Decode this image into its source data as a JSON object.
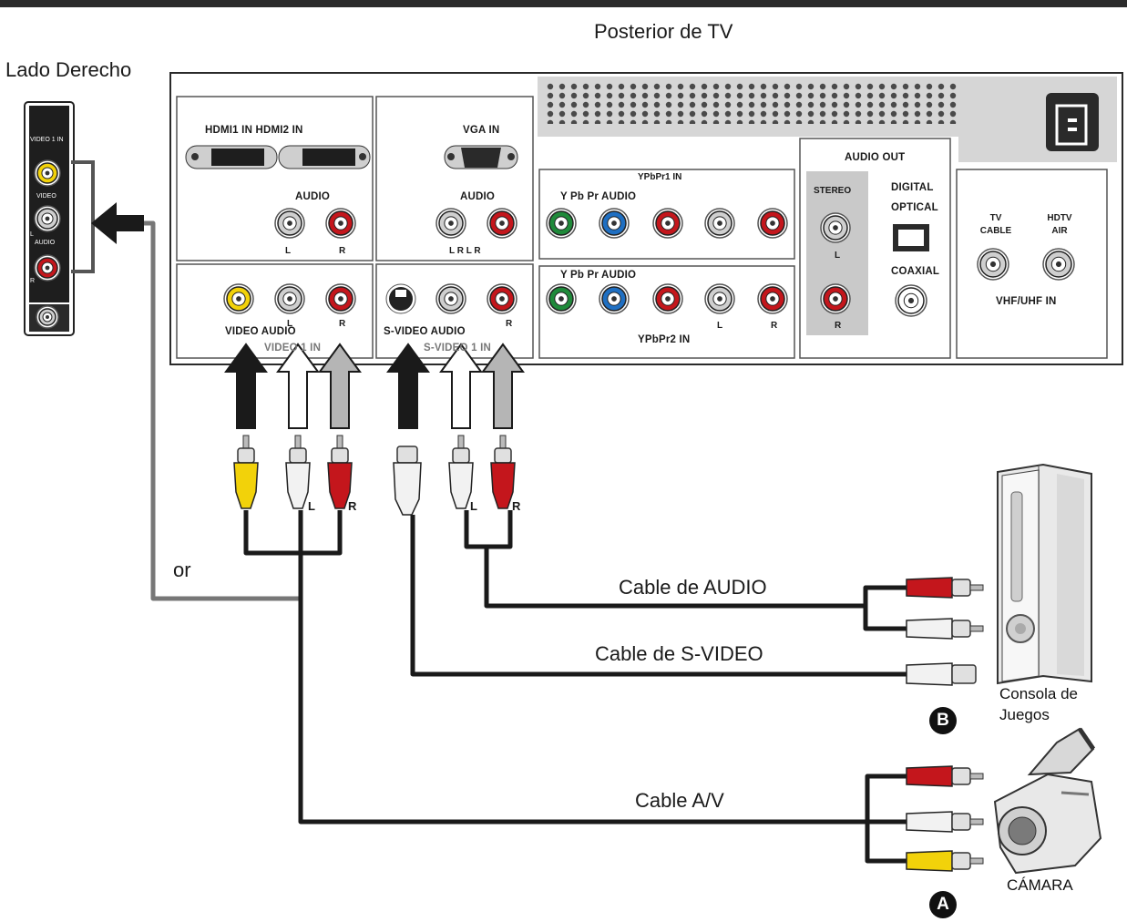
{
  "title": "Posterior de TV",
  "side_panel": {
    "title": "Lado Derecho",
    "header": "VIDEO 1 IN",
    "video": "VIDEO",
    "l": "L",
    "audio": "AUDIO",
    "r": "R"
  },
  "back_panel": {
    "hdmi": "HDMI1 IN  HDMI2 IN",
    "hdmi_audio": "AUDIO",
    "l": "L",
    "r": "R",
    "vga": "VGA IN",
    "vga_audio": "AUDIO",
    "vga_lr": "L R L R",
    "ypbpr1": "YPbPr1 IN",
    "ypbpr_cols": "Y  Pb  Pr  AUDIO",
    "ypbpr2": "YPbPr2 IN",
    "ypbpr_cols2": "Y  Pb  Pr  AUDIO",
    "ypbpr2_l": "L",
    "ypbpr2_r": "R",
    "audio_out": "AUDIO OUT",
    "stereo": "STEREO",
    "stereo_l": "L",
    "stereo_r": "R",
    "digital": "DIGITAL",
    "optical": "OPTICAL",
    "coaxial": "COAXIAL",
    "tv_cable": "TV\nCABLE",
    "hdtv_air": "HDTV\nAIR",
    "vhf_uhf": "VHF/UHF IN",
    "video_audio": "VIDEO  AUDIO",
    "video_in": "VIDEO 1 IN",
    "va_l": "L",
    "va_r": "R",
    "svideo_audio": "S-VIDEO AUDIO",
    "svideo_in": "S-VIDEO 1 IN",
    "sv_r": "R"
  },
  "plug_labels": {
    "av_l": "L",
    "av_r": "R",
    "sv_l": "L",
    "sv_r": "R"
  },
  "cables": {
    "or": "or",
    "audio": "Cable de AUDIO",
    "svideo": "Cable de S-VIDEO",
    "av": "Cable A/V"
  },
  "devices": {
    "console": "Consola de\nJuegos",
    "camera": "CÁMARA",
    "badge_b": "B",
    "badge_a": "A"
  },
  "colors": {
    "yellow": "#f2d20a",
    "red": "#c4161c",
    "white": "#e8e8e8",
    "green": "#1f8a3a",
    "blue": "#1f6fc2",
    "black": "#1a1a1a",
    "panel_gray": "#d9d9d9"
  }
}
